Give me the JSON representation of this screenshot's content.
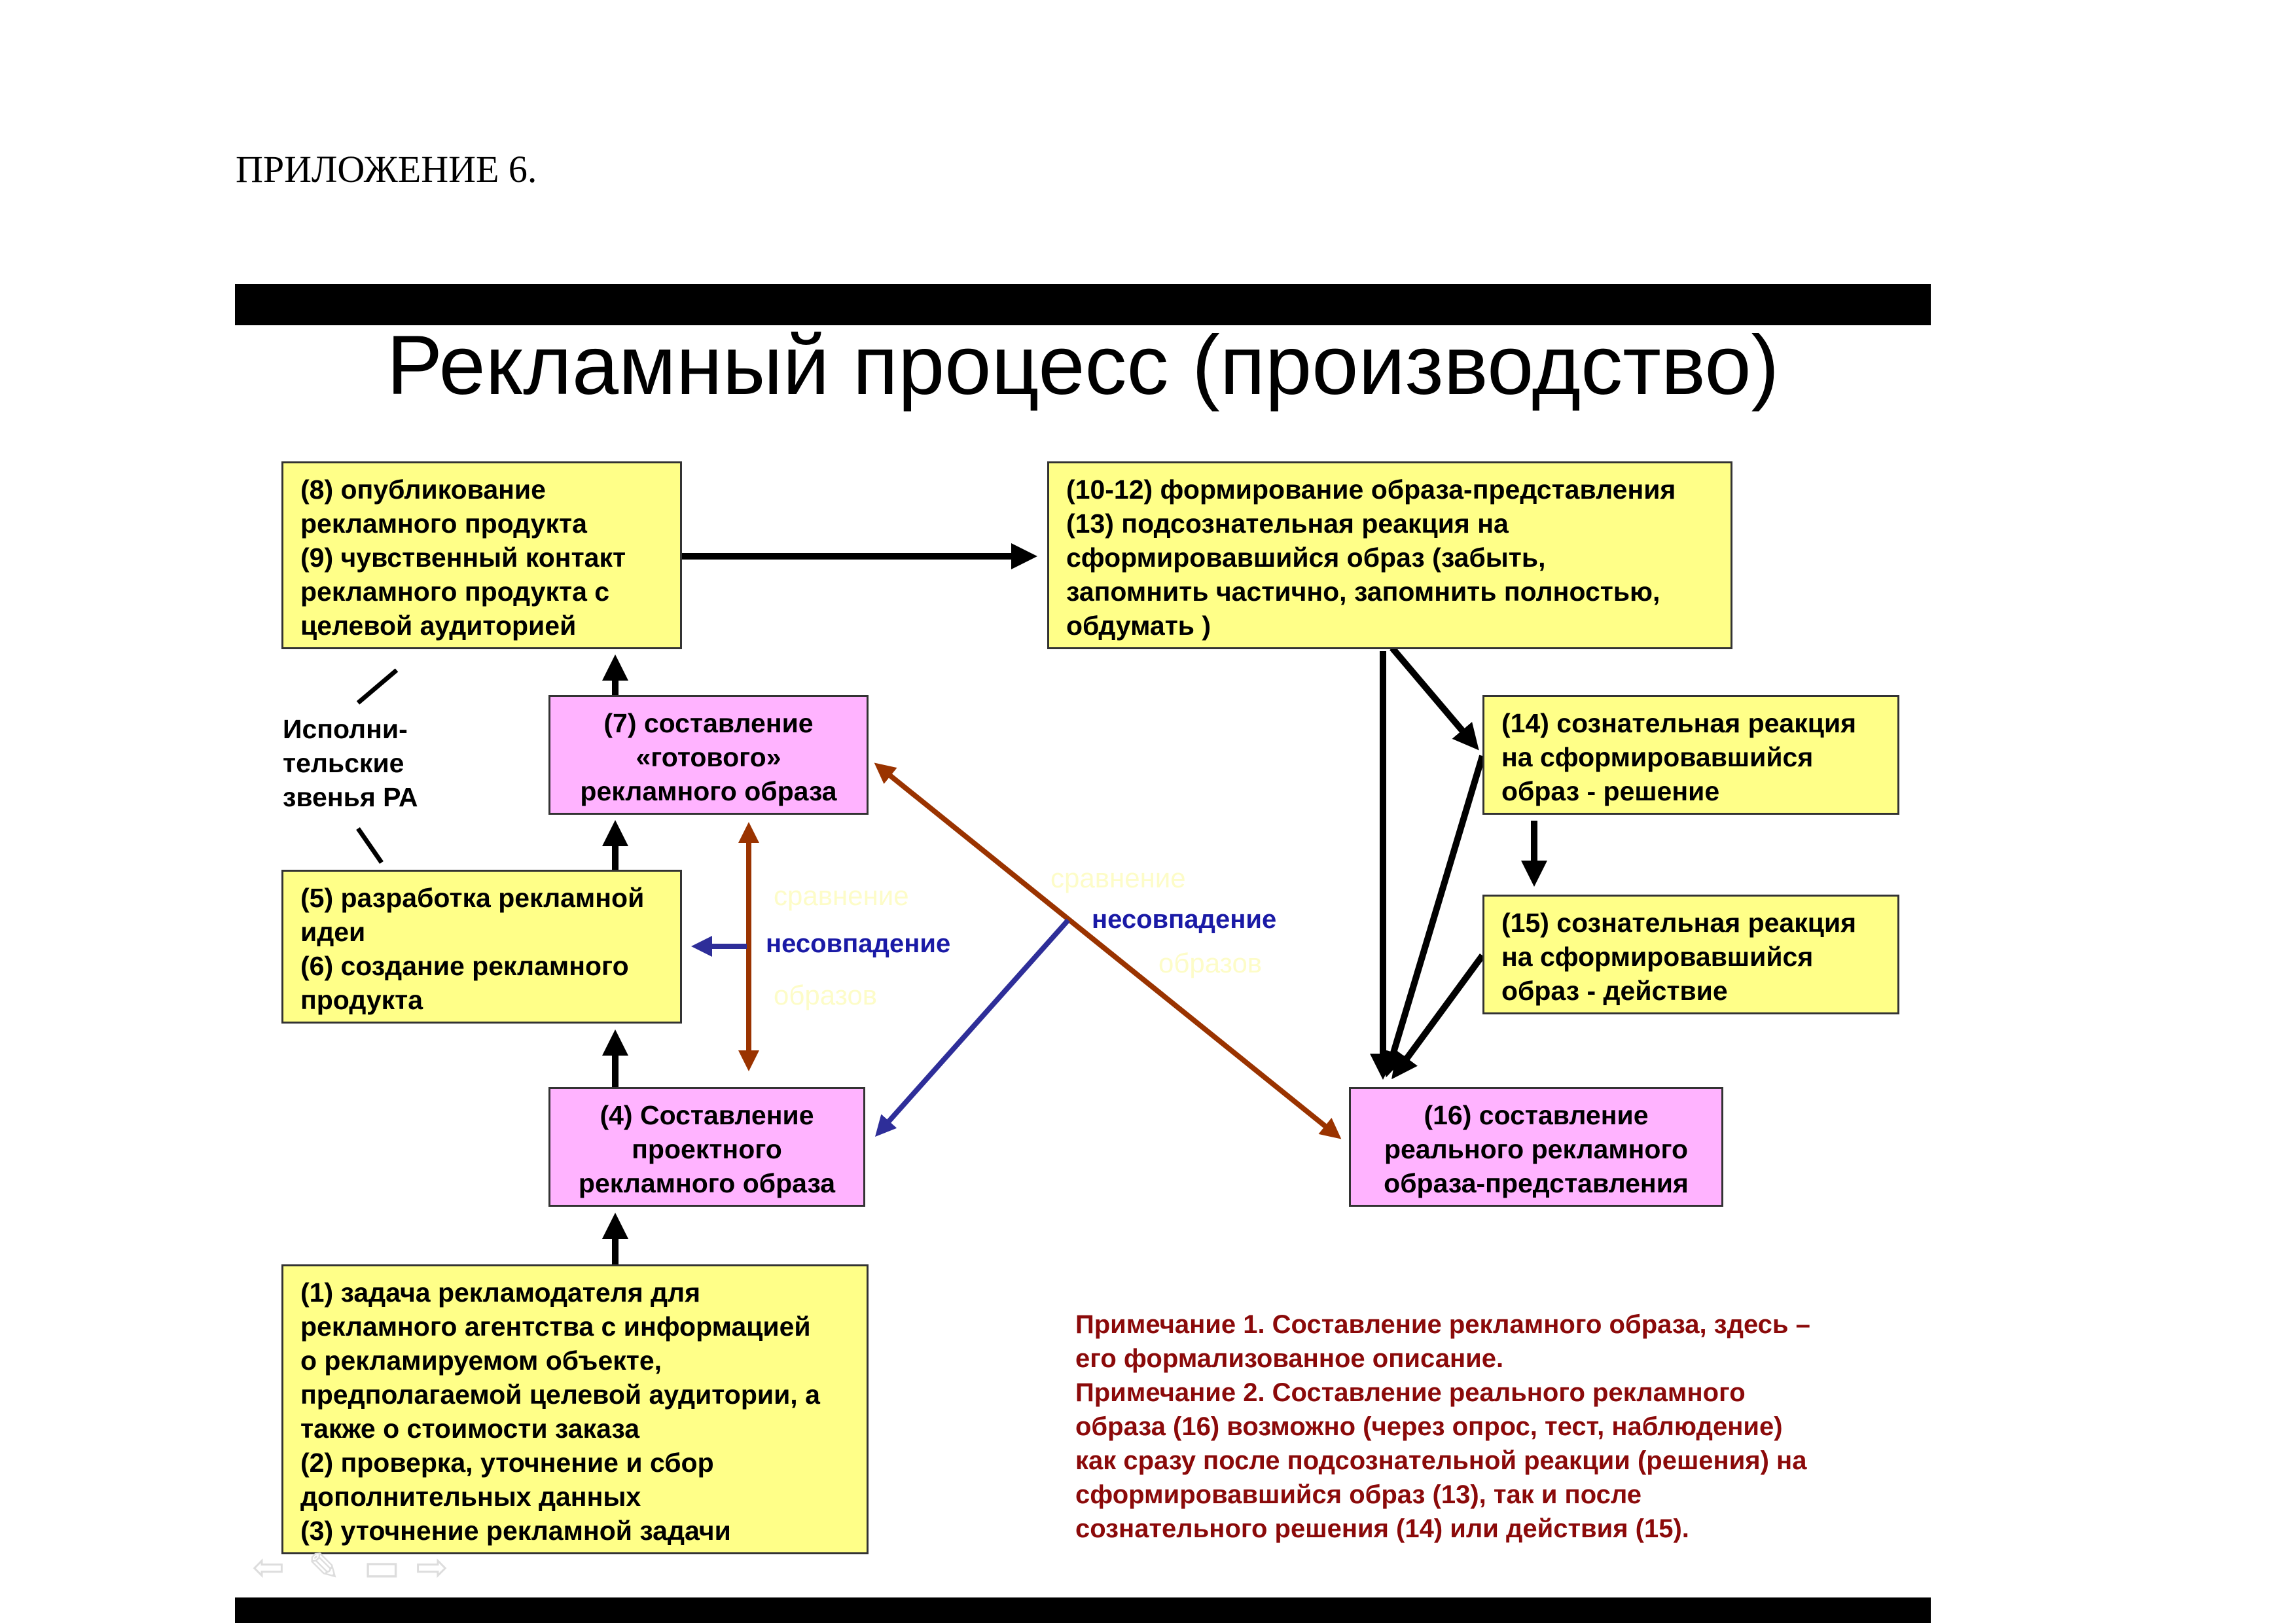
{
  "appendix_label": "ПРИЛОЖЕНИЕ 6.",
  "title": "Рекламный процесс (производство)",
  "boxes": {
    "b8_9": "(8) опубликование\nрекламного продукта\n(9) чувственный контакт\nрекламного продукта с\nцелевой аудиторией",
    "b10_13": "(10-12) формирование образа-представления\n(13) подсознательная реакция на\nсформировавшийся образ (забыть,\nзапомнить частично, запомнить полностью,\nобдумать )",
    "b7": "(7) составление\n«готового»\nрекламного образа",
    "b14": "(14) сознательная реакция\nна сформировавшийся\nобраз - решение",
    "b5_6": "(5) разработка рекламной\nидеи\n(6) создание рекламного\nпродукта",
    "b15": "(15) сознательная реакция\nна сформировавшийся\nобраз - действие",
    "b4": "(4) Составление\nпроектного\nрекламного образа",
    "b16": "(16) составление\nреального рекламного\nобраза-представления",
    "b1_3": "(1) задача рекламодателя для\nрекламного агентства с информацией\nо рекламируемом объекте,\nпредполагаемой целевой аудитории, а\nтакже о стоимости заказа\n(2) проверка, уточнение и сбор\nдополнительных данных\n(3) уточнение рекламной задачи"
  },
  "executive_label": "Исполни-\nтельские\nзвенья РА",
  "labels": {
    "comparison": "сравнение",
    "mismatch": "несовпадение",
    "images": "образов"
  },
  "note": "Примечание 1. Составление рекламного образа, здесь –\nего формализованное описание.\nПримечание 2. Составление реального рекламного\nобраза (16) возможно (через опрос, тест, наблюдение)\nкак сразу после подсознательной реакции (решения) на\nсформировавшийся образ (13), так и после\nсознательного решения (14) или действия (15).",
  "colors": {
    "yellow_box": "#ffff88",
    "pink_box": "#ffb3ff",
    "brown_arrow": "#9a3300",
    "blue_arrow": "#2e2e99",
    "note": "#8b0a0a"
  },
  "nav_icons": [
    "arrow-left-icon",
    "pen-icon",
    "menu-icon",
    "arrow-right-icon"
  ]
}
